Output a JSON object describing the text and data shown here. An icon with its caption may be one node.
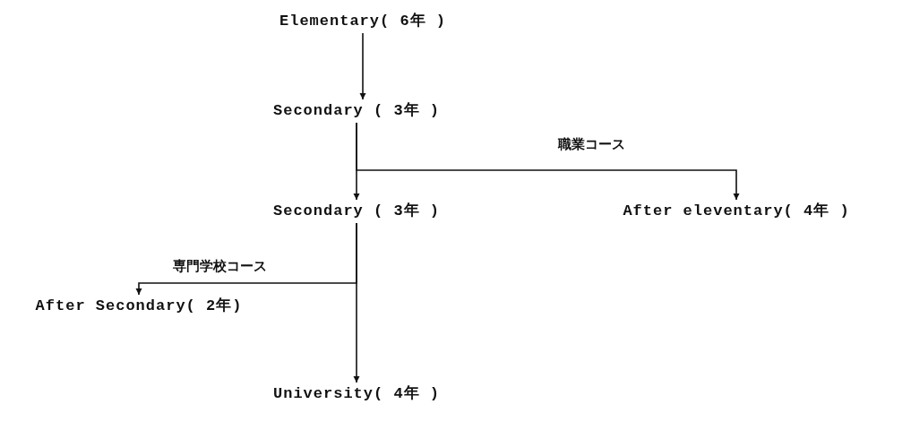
{
  "diagram": {
    "nodes": [
      {
        "text": [
          "Elementary( 6年 )"
        ]
      },
      {
        "text": [
          "Secondary ( 3年 )"
        ]
      },
      {
        "text": [
          "Secondary ( 3年 )"
        ]
      },
      {
        "text": [
          "After eleventary( 4年 )"
        ]
      },
      {
        "text": [
          "After Secondary( 2年)"
        ]
      },
      {
        "text": [
          "University( 4年 )"
        ]
      }
    ],
    "edges": [
      {
        "from": 0,
        "to": 1,
        "arrow": "to"
      },
      {
        "from": 1,
        "to": 2,
        "arrow": "to"
      },
      {
        "from": 1,
        "to": 3,
        "arrow": "to",
        "label": "職業コース"
      },
      {
        "from": 2,
        "to": 5,
        "arrow": "to"
      },
      {
        "from": 2,
        "to": 4,
        "arrow": "to",
        "label": "専門学校コース"
      }
    ]
  }
}
